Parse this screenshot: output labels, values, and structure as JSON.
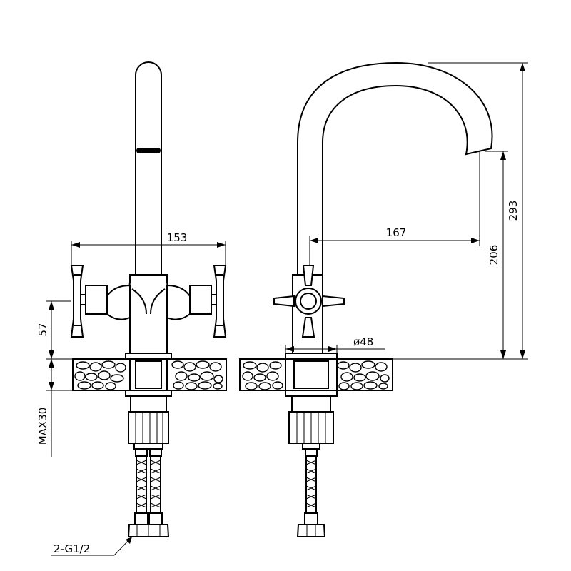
{
  "dimensions": {
    "handle_span": "153",
    "spout_reach": "167",
    "spout_height": "206",
    "total_height": "293",
    "body_height": "57",
    "max_counter_thickness": "MAX30",
    "base_diameter": "ø48",
    "connection_thread": "2-G1/2"
  }
}
